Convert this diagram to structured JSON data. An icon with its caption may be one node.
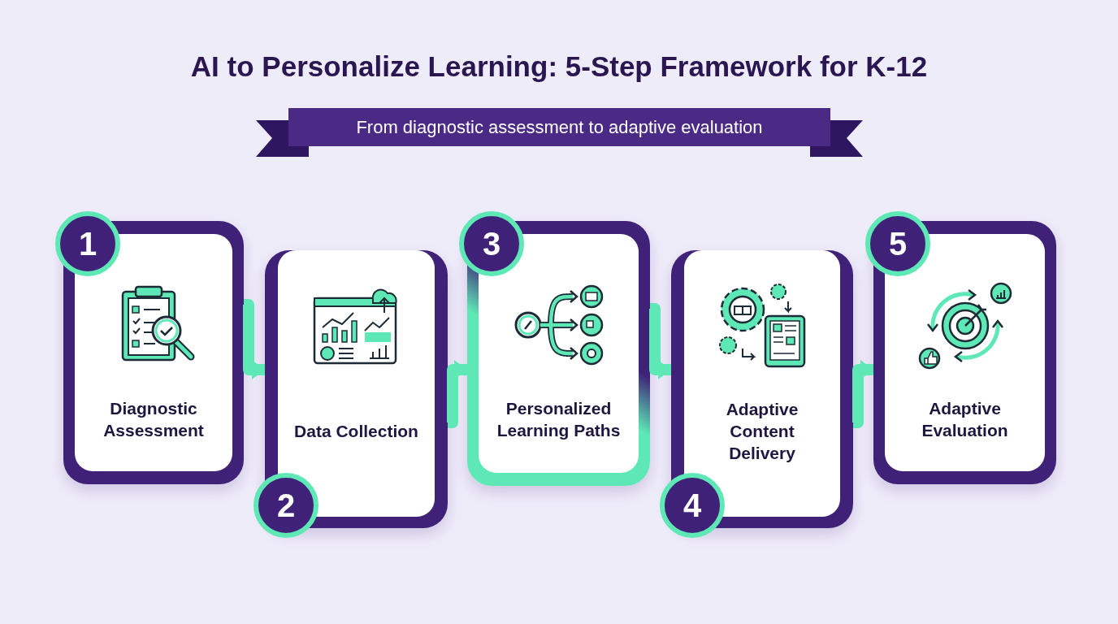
{
  "diagram": {
    "title": "AI to Personalize Learning: 5-Step Framework for K-12",
    "nodes": [
      {
        "text": [
          "From diagnostic assessment to adaptive evaluation"
        ]
      },
      {
        "text": [
          "1",
          "Diagnostic Assessment"
        ]
      },
      {
        "text": [
          "Data Collection",
          "2"
        ]
      },
      {
        "text": [
          "3",
          "Personalized Learning Paths"
        ]
      },
      {
        "text": [
          "Adaptive Content Delivery",
          "4"
        ]
      },
      {
        "text": [
          "5",
          "Adaptive Evaluation"
        ]
      }
    ],
    "edges": [
      {
        "from": 1,
        "to": 2,
        "arrow": "to"
      },
      {
        "from": 2,
        "to": 3,
        "arrow": "to"
      },
      {
        "from": 3,
        "to": 4,
        "arrow": "to"
      },
      {
        "from": 4,
        "to": 5,
        "arrow": "to"
      }
    ]
  }
}
